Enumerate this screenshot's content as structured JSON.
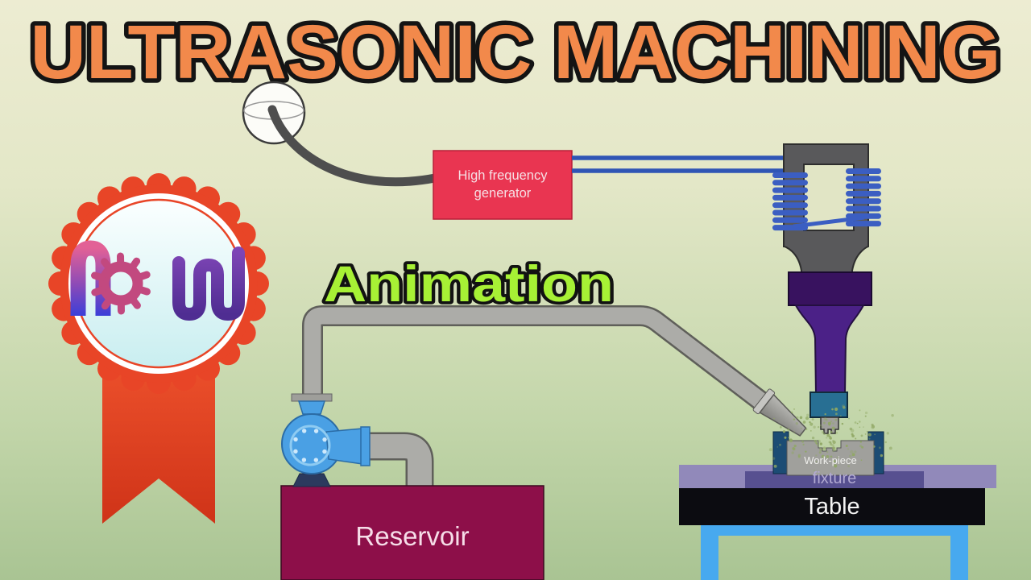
{
  "title": {
    "text": "ULTRASONIC MACHINING"
  },
  "subtitle": {
    "text": "Animation"
  },
  "badge": {
    "logo_text": "NTW"
  },
  "diagram": {
    "generator_label": "High frequency generator",
    "workpiece_label": "Work-piece",
    "fixture_label": "fixture",
    "table_label": "Table",
    "reservoir_label": "Reservoir"
  },
  "colors": {
    "title_fill": "#f2894b",
    "subtitle_fill": "#a7f135",
    "generator_box": "#e93551",
    "wire_blue": "#2f55b5",
    "coil_blue": "#3b5ec2",
    "transducer_gray": "#59595b",
    "horn_purple": "#4b2187",
    "block_purple": "#38125f",
    "holder_teal": "#286f93",
    "clamp_blue": "#1c4c74",
    "fixture_light": "#9189ba",
    "fixture_dark": "#575090",
    "table_box": "#0c0c11",
    "stand_blue": "#47a9ef",
    "pump_blue": "#4aa0e4",
    "pipe_gray": "#acaca8",
    "reservoir_box": "#8d0f49",
    "badge_red": "#e84527",
    "particle_green": "#8fa763"
  }
}
